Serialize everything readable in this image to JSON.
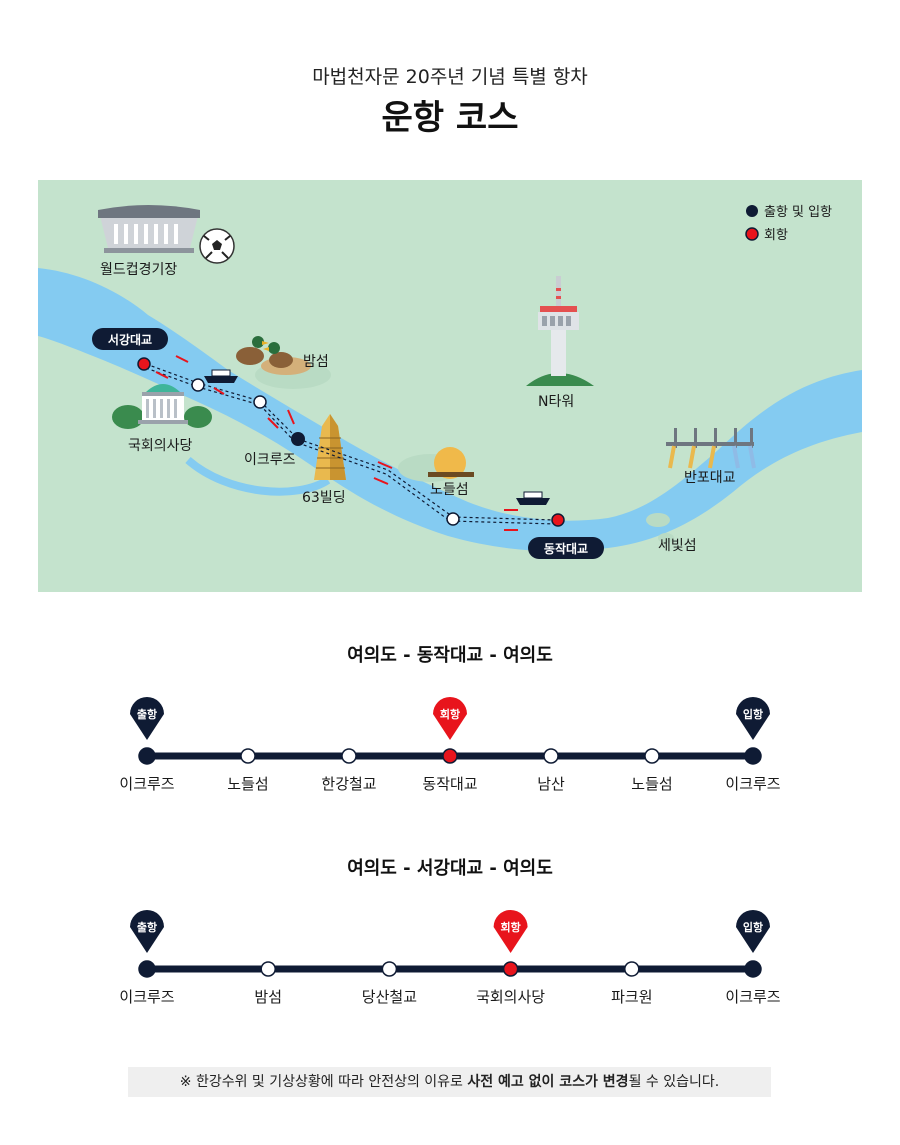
{
  "header": {
    "subtitle": "마법천자문 20주년 기념 특별 항차",
    "title": "운항 코스"
  },
  "colors": {
    "land": "#c4e3cd",
    "river": "#84cbf1",
    "navy": "#0f1b34",
    "red": "#e8141c"
  },
  "map": {
    "legend": [
      {
        "label": "출항 및 입항",
        "marker": "navy-dot"
      },
      {
        "label": "회항",
        "marker": "red-dot"
      }
    ],
    "places": {
      "world_cup_stadium": "월드컵경기장",
      "bamseom": "밤섬",
      "n_tower": "N타워",
      "national_assembly": "국회의사당",
      "ecruise": "이크루즈",
      "building_63": "63빌딩",
      "nodeulseom": "노들섬",
      "banpo_bridge": "반포대교",
      "sebitseom": "세빛섬"
    },
    "tags": {
      "seogang": "서강대교",
      "dongjak": "동작대교"
    },
    "icons": [
      "stadium-icon",
      "soccer-ball-icon",
      "duck-icon",
      "ship-icon",
      "n-tower-icon",
      "assembly-building-icon",
      "building-63-icon",
      "nodeul-island-icon",
      "banpo-bridge-icon"
    ]
  },
  "routes": [
    {
      "title": "여의도 - 동작대교 - 여의도",
      "stops": [
        "이크루즈",
        "노들섬",
        "한강철교",
        "동작대교",
        "남산",
        "노들섬",
        "이크루즈"
      ],
      "pins": [
        {
          "label": "출항",
          "stop_index": 0,
          "type": "navy"
        },
        {
          "label": "회항",
          "stop_index": 3,
          "type": "red"
        },
        {
          "label": "입항",
          "stop_index": 6,
          "type": "navy"
        }
      ]
    },
    {
      "title": "여의도 - 서강대교 - 여의도",
      "stops": [
        "이크루즈",
        "밤섬",
        "당산철교",
        "국회의사당",
        "파크원",
        "이크루즈"
      ],
      "pins": [
        {
          "label": "출항",
          "stop_index": 0,
          "type": "navy"
        },
        {
          "label": "회항",
          "stop_index": 3,
          "type": "red"
        },
        {
          "label": "입항",
          "stop_index": 5,
          "type": "navy"
        }
      ]
    }
  ],
  "notice": {
    "prefix": "※ 한강수위 및 기상상황에 따라 안전상의 이유로 ",
    "emphasis": "사전 예고 없이 코스가 변경",
    "suffix": "될 수 있습니다."
  }
}
